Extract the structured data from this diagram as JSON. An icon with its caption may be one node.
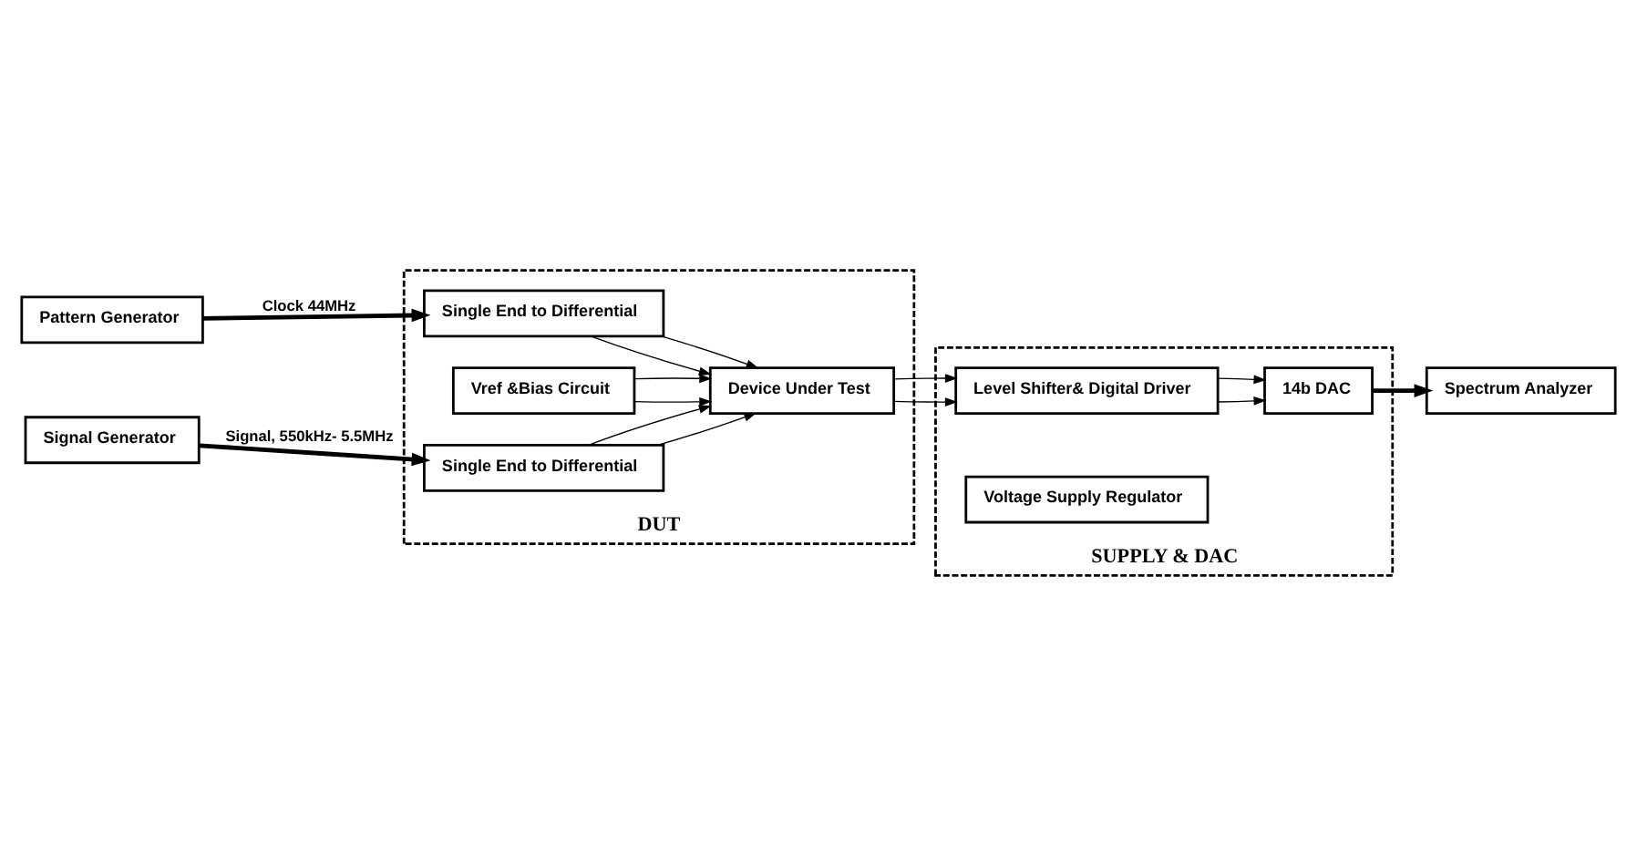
{
  "diagram": {
    "nodes": [
      {
        "text": [
          "Pattern Generator"
        ]
      },
      {
        "text": [
          "Signal Generator"
        ]
      },
      {
        "text": [
          "DUT"
        ]
      },
      {
        "text": [
          "Single End to Differential"
        ],
        "in": 2
      },
      {
        "text": [
          "Vref &Bias Circuit"
        ],
        "in": 2
      },
      {
        "text": [
          "Device Under Test"
        ],
        "in": 2
      },
      {
        "text": [
          "Single End to Differential"
        ],
        "in": 2
      },
      {
        "text": [
          "SUPPLY & DAC"
        ]
      },
      {
        "text": [
          "Voltage Supply Regulator"
        ],
        "in": 7
      },
      {
        "text": [
          "Level Shifter& Digital Driver"
        ],
        "in": 7
      },
      {
        "text": [
          "14b DAC"
        ],
        "in": 7
      },
      {
        "text": [
          "Spectrum Analyzer"
        ]
      }
    ],
    "edges": [
      {
        "from": 0,
        "to": 3,
        "arrow": "to",
        "label": "Clock 44MHz",
        "style": "thick"
      },
      {
        "from": 1,
        "to": 6,
        "arrow": "to",
        "label": "Signal, 550kHz- 5.5MHz",
        "style": "thick"
      },
      {
        "from": 3,
        "to": 5,
        "arrow": "to"
      },
      {
        "from": 3,
        "to": 5,
        "arrow": "to"
      },
      {
        "from": 4,
        "to": 5,
        "arrow": "to"
      },
      {
        "from": 4,
        "to": 5,
        "arrow": "to"
      },
      {
        "from": 6,
        "to": 5,
        "arrow": "to"
      },
      {
        "from": 6,
        "to": 5,
        "arrow": "to"
      },
      {
        "from": 5,
        "to": 9,
        "arrow": "to"
      },
      {
        "from": 5,
        "to": 9,
        "arrow": "to"
      },
      {
        "from": 9,
        "to": 10,
        "arrow": "to"
      },
      {
        "from": 9,
        "to": 10,
        "arrow": "to"
      },
      {
        "from": 10,
        "to": 11,
        "arrow": "to",
        "style": "thick"
      }
    ]
  }
}
